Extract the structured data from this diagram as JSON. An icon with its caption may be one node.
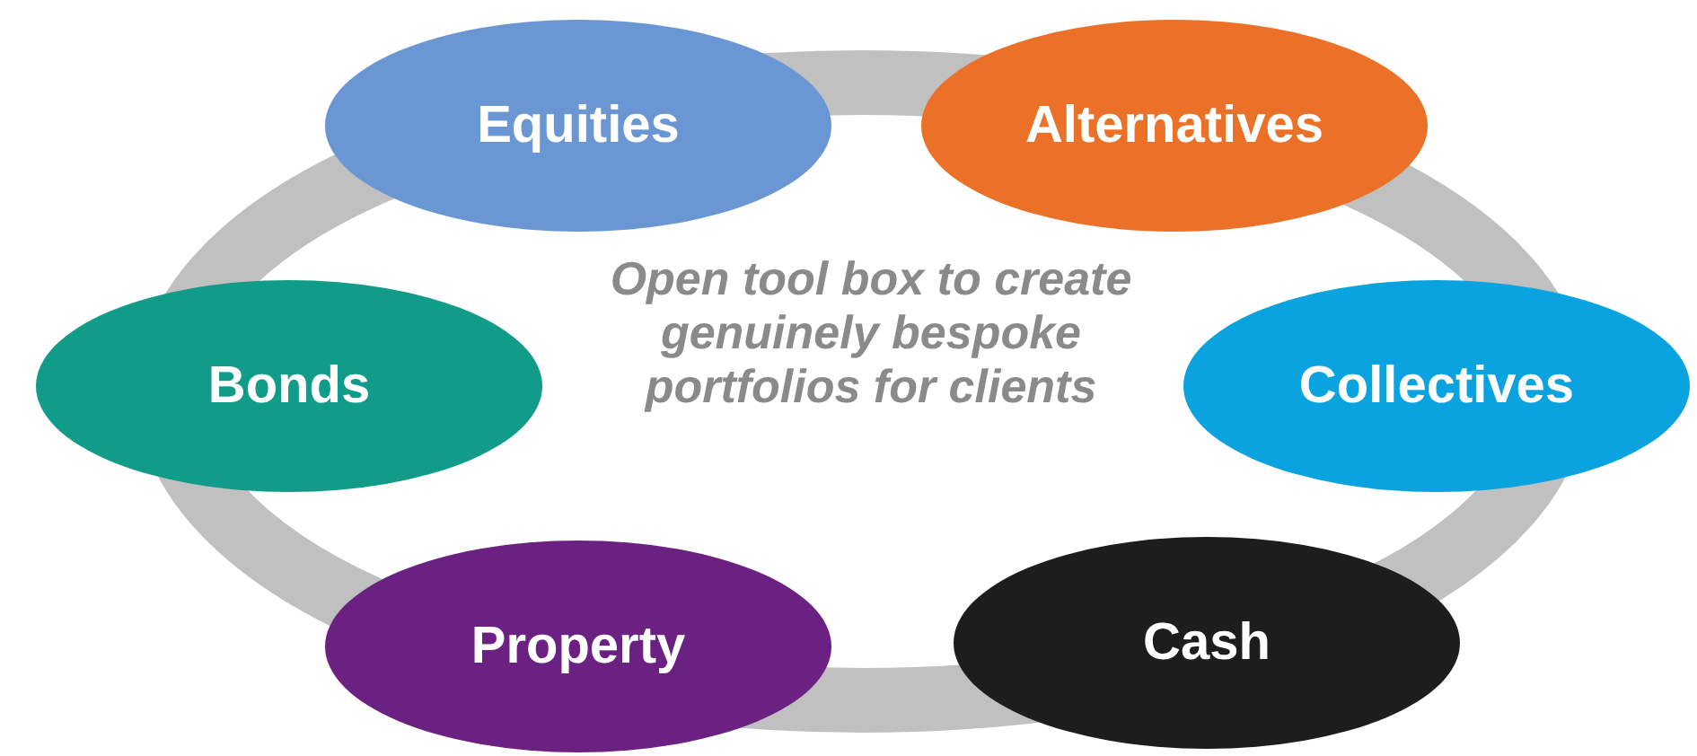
{
  "diagram": {
    "nodes": [
      {
        "text": [
          "Equities"
        ]
      },
      {
        "text": [
          "Alternatives"
        ]
      },
      {
        "text": [
          "Bonds"
        ]
      },
      {
        "text": [
          "Collectives"
        ]
      },
      {
        "text": [
          "Property"
        ]
      },
      {
        "text": [
          "Cash"
        ]
      }
    ],
    "labels": [
      "Open tool box to create genuinely bespoke portfolios for clients"
    ]
  }
}
